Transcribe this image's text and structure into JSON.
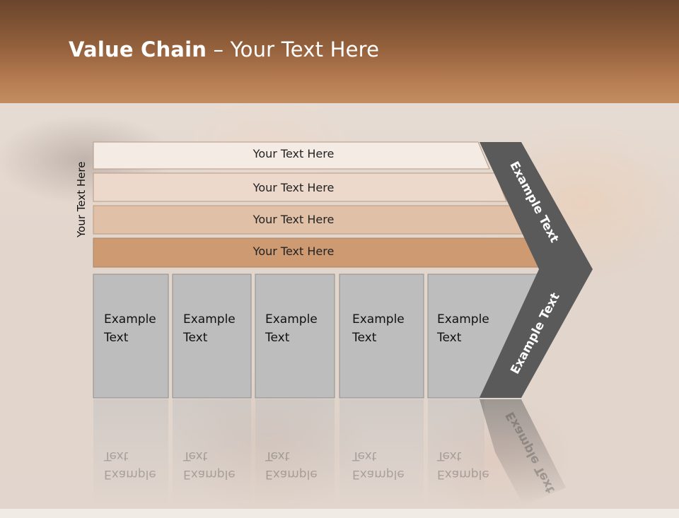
{
  "slide": {
    "title_bold": "Value Chain",
    "title_rest": " – Your Text Here",
    "side_label": "Your Text Here"
  },
  "bars": [
    {
      "label": "Your Text Here",
      "color": "#f3ebe4"
    },
    {
      "label": "Your Text Here",
      "color": "#ecd9cb"
    },
    {
      "label": "Your Text Here",
      "color": "#e0c1a7"
    },
    {
      "label": "Your Text Here",
      "color": "#cd9a72"
    }
  ],
  "boxes": [
    {
      "line1": "Example",
      "line2": "Text"
    },
    {
      "line1": "Example",
      "line2": "Text"
    },
    {
      "line1": "Example",
      "line2": "Text"
    },
    {
      "line1": "Example",
      "line2": "Text"
    },
    {
      "line1": "Example",
      "line2": "Text"
    }
  ],
  "arrow": {
    "upper_text": "Example Text",
    "lower_text": "Example Text",
    "color": "#5a5a5a"
  },
  "colors": {
    "box_fill": "#bdbdbd",
    "header_brown": "#93603c"
  }
}
